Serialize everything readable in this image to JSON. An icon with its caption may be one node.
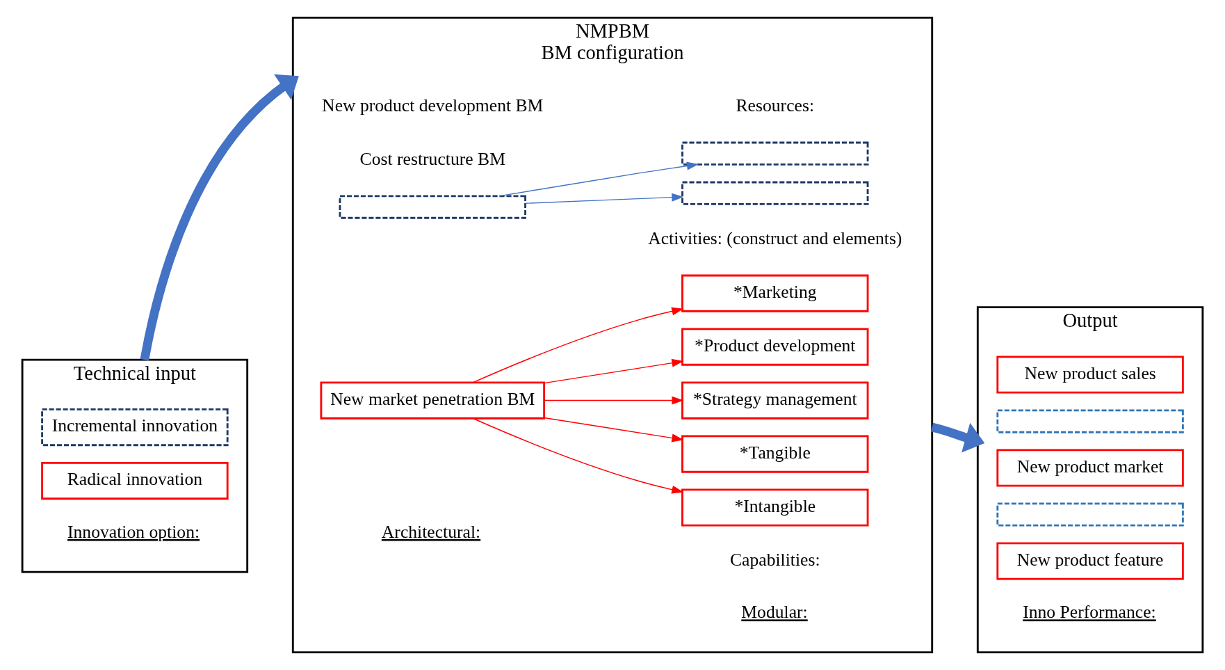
{
  "diagram": {
    "nodes": [
      {
        "text": [
          "Technical input"
        ]
      },
      {
        "text": [
          "Radical innovation"
        ],
        "in": 0
      },
      {
        "text": [
          "Incremental innovation"
        ],
        "in": 0
      },
      {
        "text": [
          "NMPBM",
          "BM configuration"
        ]
      },
      {
        "text": [
          "New market penetration BM"
        ],
        "in": 3
      },
      {
        "text": [],
        "shape": "box",
        "in": 3
      },
      {
        "text": [
          "*Marketing"
        ],
        "in": 3
      },
      {
        "text": [
          "*Product development"
        ],
        "in": 3
      },
      {
        "text": [],
        "shape": "box",
        "in": 3
      },
      {
        "text": [
          "*Strategy management"
        ],
        "in": 3
      },
      {
        "text": [],
        "shape": "box",
        "in": 3
      },
      {
        "text": [
          "*Intangible"
        ],
        "in": 3
      },
      {
        "text": [
          "*Tangible"
        ],
        "in": 3
      },
      {
        "text": [
          "Output"
        ]
      },
      {
        "text": [
          "New product feature"
        ],
        "in": 13
      },
      {
        "text": [],
        "shape": "box",
        "in": 13
      },
      {
        "text": [
          "New product market"
        ],
        "in": 13
      },
      {
        "text": [],
        "shape": "box",
        "in": 13
      },
      {
        "text": [
          "New product sales"
        ],
        "in": 13
      }
    ],
    "edges": [
      {
        "from": 4,
        "to": 6,
        "arrow": "to"
      },
      {
        "from": 4,
        "to": 7,
        "arrow": "to"
      },
      {
        "from": 5,
        "to": 8,
        "arrow": "to",
        "color": "#4472c4"
      },
      {
        "from": 4,
        "to": 9,
        "arrow": "to"
      },
      {
        "from": 5,
        "to": 10,
        "arrow": "to",
        "color": "#4472c4"
      },
      {
        "from": 4,
        "to": 11,
        "arrow": "to"
      },
      {
        "from": 4,
        "to": 12,
        "arrow": "to"
      },
      {
        "from": 0,
        "to": 3,
        "arrow": "to",
        "style": "thick",
        "color": "#4472c4"
      },
      {
        "from": 3,
        "to": 13,
        "arrow": "to",
        "style": "thick",
        "color": "#4472c4"
      }
    ],
    "labels": [
      "Innovation option:",
      "Architectural:",
      "Modular:",
      "Cost restructure BM",
      "New product development BM",
      "Capabilities:",
      "Resources:",
      "Activities: (construct and elements)",
      "Inno Performance:"
    ]
  }
}
